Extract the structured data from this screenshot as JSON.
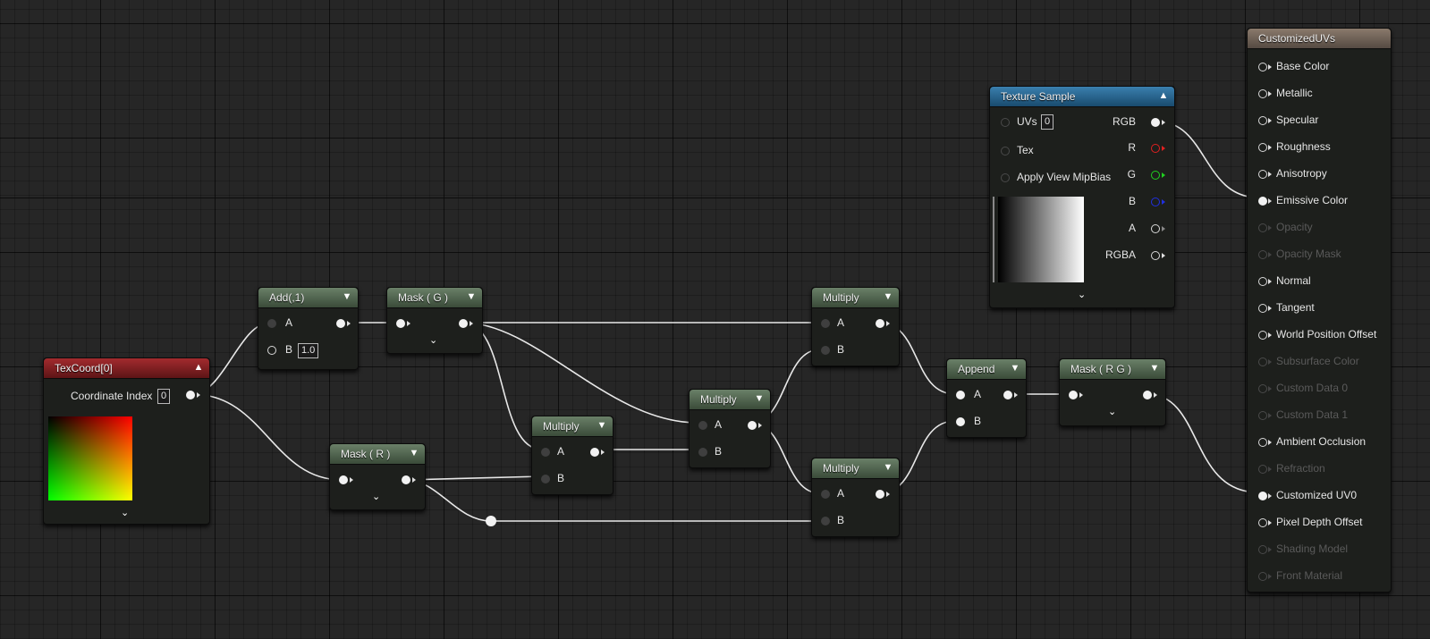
{
  "nodes": {
    "texcoord": {
      "title": "TexCoord[0]",
      "coordinate_index_label": "Coordinate Index",
      "coordinate_index_value": "0"
    },
    "add": {
      "title": "Add(,1)",
      "pin_a": "A",
      "pin_b": "B",
      "b_value": "1.0"
    },
    "mask_g": {
      "title": "Mask ( G )"
    },
    "mask_r": {
      "title": "Mask ( R )"
    },
    "multiply_1": {
      "title": "Multiply",
      "pin_a": "A",
      "pin_b": "B"
    },
    "multiply_2": {
      "title": "Multiply",
      "pin_a": "A",
      "pin_b": "B"
    },
    "multiply_3": {
      "title": "Multiply",
      "pin_a": "A",
      "pin_b": "B"
    },
    "multiply_4": {
      "title": "Multiply",
      "pin_a": "A",
      "pin_b": "B"
    },
    "append": {
      "title": "Append",
      "pin_a": "A",
      "pin_b": "B"
    },
    "mask_rg": {
      "title": "Mask ( R G )"
    },
    "texture_sample": {
      "title": "Texture Sample",
      "inputs": [
        {
          "label": "UVs",
          "value": "0"
        },
        {
          "label": "Tex"
        },
        {
          "label": "Apply View MipBias"
        }
      ],
      "outputs": [
        "RGB",
        "R",
        "G",
        "B",
        "A",
        "RGBA"
      ]
    },
    "customized_uvs": {
      "title": "CustomizedUVs",
      "inputs": [
        {
          "label": "Base Color",
          "enabled": true
        },
        {
          "label": "Metallic",
          "enabled": true
        },
        {
          "label": "Specular",
          "enabled": true
        },
        {
          "label": "Roughness",
          "enabled": true
        },
        {
          "label": "Anisotropy",
          "enabled": true
        },
        {
          "label": "Emissive Color",
          "enabled": true,
          "connected": true
        },
        {
          "label": "Opacity",
          "enabled": false
        },
        {
          "label": "Opacity Mask",
          "enabled": false
        },
        {
          "label": "Normal",
          "enabled": true
        },
        {
          "label": "Tangent",
          "enabled": true
        },
        {
          "label": "World Position Offset",
          "enabled": true
        },
        {
          "label": "Subsurface Color",
          "enabled": false
        },
        {
          "label": "Custom Data 0",
          "enabled": false
        },
        {
          "label": "Custom Data 1",
          "enabled": false
        },
        {
          "label": "Ambient Occlusion",
          "enabled": true
        },
        {
          "label": "Refraction",
          "enabled": false
        },
        {
          "label": "Customized UV0",
          "enabled": true,
          "connected": true
        },
        {
          "label": "Pixel Depth Offset",
          "enabled": true
        },
        {
          "label": "Shading Model",
          "enabled": false
        },
        {
          "label": "Front Material",
          "enabled": false
        }
      ]
    }
  },
  "colors": {
    "background": "#262626",
    "header_green": "#4f634e",
    "header_red": "#8a2325",
    "header_blue": "#2b6591",
    "header_brown": "#6f6258",
    "pin_r": "#e02020",
    "pin_g": "#20d020",
    "pin_b": "#2030e0"
  },
  "icons": {
    "collapse": "chevron-up-icon",
    "dropdown": "chevron-down-icon",
    "expand": "chevron-down-icon",
    "pin": "circle-pin-icon"
  }
}
